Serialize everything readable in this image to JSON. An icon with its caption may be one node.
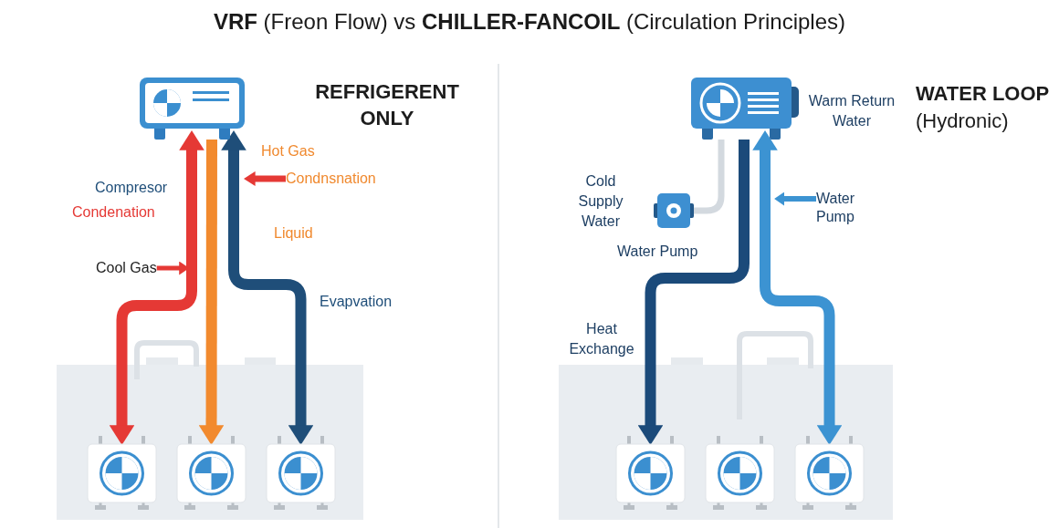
{
  "diagram": {
    "title": "**VRF** (Freon Flow) vs **CHILLER-FANCOIL** (Circulation Principles)",
    "nodes": [
      {
        "text": [],
        "shape": "picture"
      },
      {
        "text": [
          "Condnsnation"
        ]
      },
      {
        "text": [
          "Cool Gas"
        ]
      },
      {
        "text": [],
        "shape": "picture"
      },
      {
        "text": [],
        "shape": "picture"
      },
      {
        "text": [],
        "shape": "picture"
      },
      {
        "text": [],
        "shape": "picture"
      },
      {
        "text": [],
        "shape": "picture",
        "beside": [
          "Water Pump"
        ]
      },
      {
        "text": [
          "Water Pump"
        ]
      },
      {
        "text": [],
        "shape": "picture"
      },
      {
        "text": [],
        "shape": "picture"
      },
      {
        "text": [],
        "shape": "picture"
      }
    ],
    "edges": [
      {
        "from": 0,
        "to": 3,
        "arrow": "both",
        "color": "#e53935"
      },
      {
        "from": 0,
        "to": 4,
        "arrow": "to",
        "color": "#f28a2e"
      },
      {
        "from": 0,
        "to": 5,
        "arrow": "both",
        "color": "#1f4e79"
      },
      {
        "from": 1,
        "to": null,
        "arrow": "to",
        "color": "#e53935"
      },
      {
        "from": 2,
        "to": null,
        "arrow": "to",
        "color": "#e53935"
      },
      {
        "from": 6,
        "to": 7,
        "arrow": "none",
        "color": "#d3d9df"
      },
      {
        "from": 6,
        "to": 9,
        "arrow": "to",
        "color": "#1b4a7a"
      },
      {
        "from": 6,
        "to": 11,
        "arrow": "both",
        "color": "#3c93d2"
      },
      {
        "from": 8,
        "to": null,
        "arrow": "to",
        "color": "#3c93d2"
      }
    ],
    "labels": [
      "REFRIGERENT ONLY",
      "Hot Gas",
      "Compresor",
      "Condenation",
      "Liquid",
      "Evapvation",
      "Warm Return Water",
      "**WATER LOOP** (Hydronic)",
      "Cold Supply Water",
      "Heat Exchange"
    ]
  }
}
